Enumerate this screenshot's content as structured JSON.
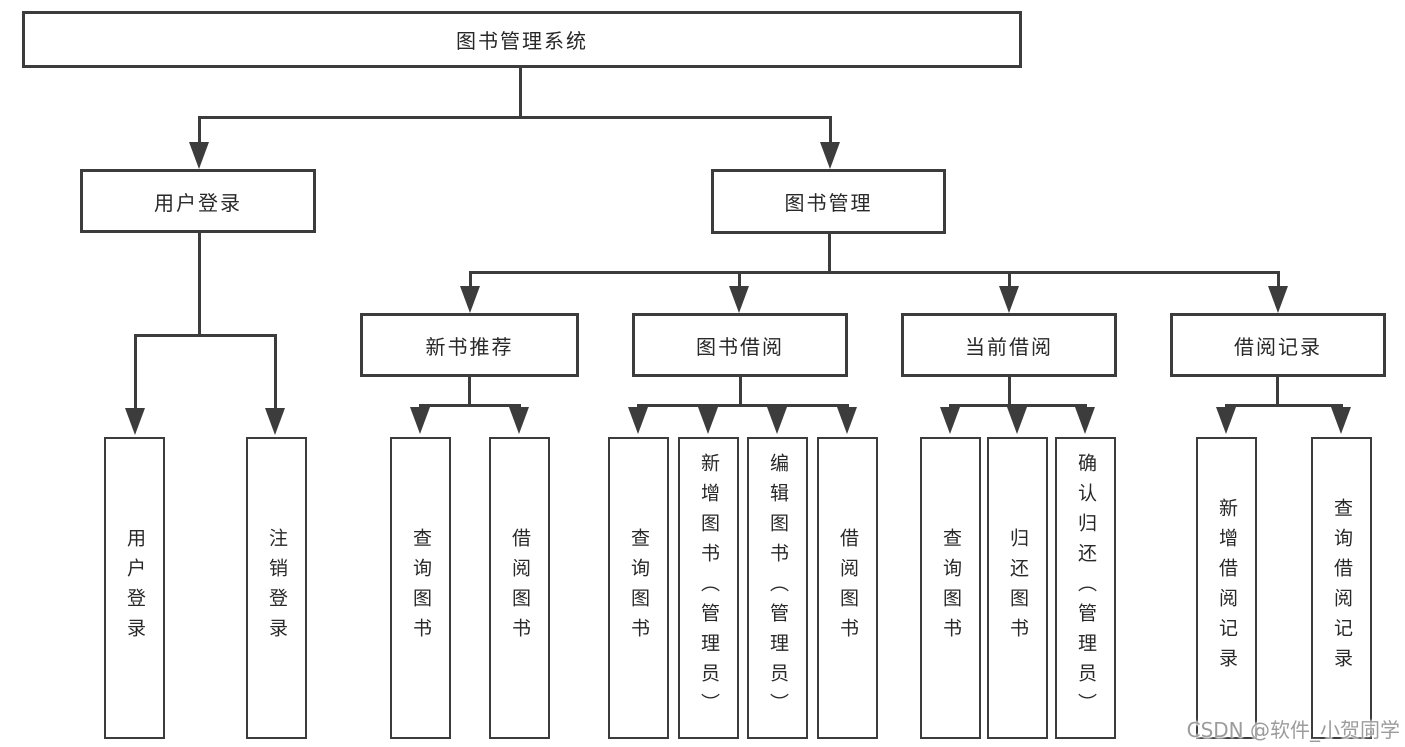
{
  "tree": {
    "label": "图书管理系统",
    "children": [
      {
        "label": "用户登录",
        "children": [
          {
            "label": "用户登录"
          },
          {
            "label": "注销登录"
          }
        ]
      },
      {
        "label": "图书管理",
        "children": [
          {
            "label": "新书推荐",
            "children": [
              {
                "label": "查询图书"
              },
              {
                "label": "借阅图书"
              }
            ]
          },
          {
            "label": "图书借阅",
            "children": [
              {
                "label": "查询图书"
              },
              {
                "label": "新增图书（管理员）"
              },
              {
                "label": "编辑图书（管理员）"
              },
              {
                "label": "借阅图书"
              }
            ]
          },
          {
            "label": "当前借阅",
            "children": [
              {
                "label": "查询图书"
              },
              {
                "label": "归还图书"
              },
              {
                "label": "确认归还（管理员）"
              }
            ]
          },
          {
            "label": "借阅记录",
            "children": [
              {
                "label": "新增借阅记录"
              },
              {
                "label": "查询借阅记录"
              }
            ]
          }
        ]
      }
    ]
  },
  "watermark": {
    "text": "CSDN @软件_小贺同学"
  },
  "colors": {
    "line": "#3c3c3c",
    "text": "#282828",
    "watermark": "#9c9c9c",
    "background": "#ffffff"
  }
}
